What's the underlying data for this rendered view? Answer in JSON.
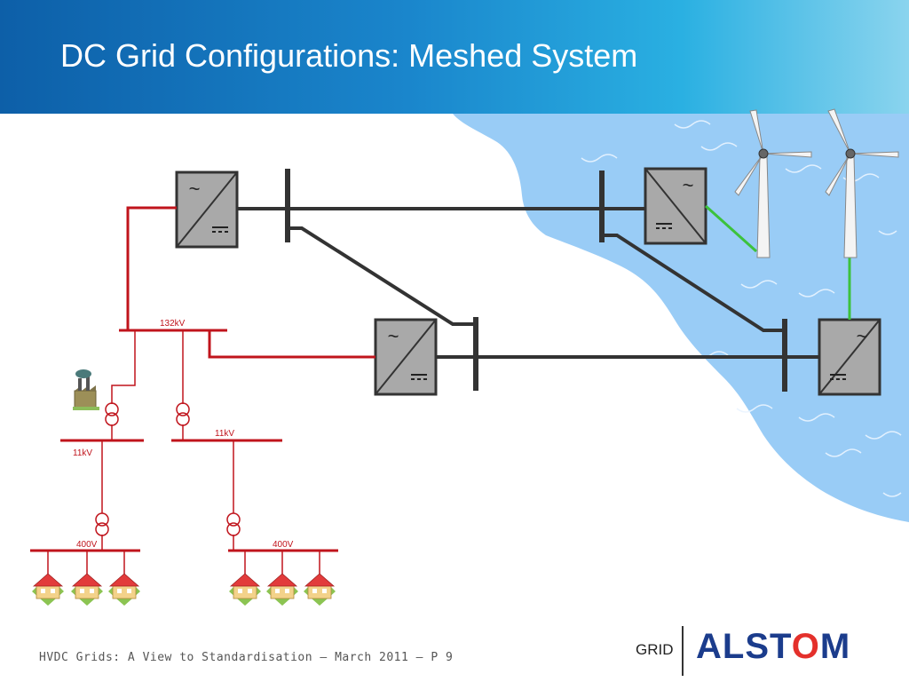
{
  "slide": {
    "title": "DC Grid Configurations:  Meshed System",
    "footer": "HVDC Grids: A View to Standardisation – March 2011 – P 9",
    "brand": {
      "division": "GRID",
      "logo_text_pre": "ALST",
      "logo_text_o": "O",
      "logo_text_post": "M"
    }
  },
  "diagram": {
    "voltage_labels": {
      "busbar_132": "132kV",
      "busbar_11_left": "11kV",
      "busbar_11_right": "11kV",
      "busbar_400_left": "400V",
      "busbar_400_right": "400V"
    },
    "converter_symbols": {
      "ac": "~",
      "dc": "⎓"
    },
    "colors": {
      "ac_network": "#c0141c",
      "dc_network": "#333333",
      "wind_link": "#3cc23c",
      "sea": "#99ccf6",
      "converter_fill": "#a9a9a9"
    }
  }
}
